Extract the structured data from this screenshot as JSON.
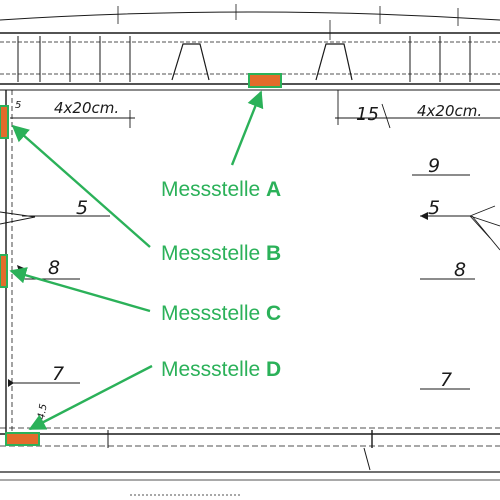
{
  "colors": {
    "line": "#1a1a1a",
    "label_green": "#2bb159",
    "sensor_fill": "#e36c2b",
    "sensor_edge": "#2bb159",
    "paper": "#ffffff"
  },
  "dimensions": {
    "top_left_small": "5",
    "top_left_spacing": "4x20cm.",
    "top_right_num": "15",
    "top_right_spacing": "4x20cm.",
    "right_row1": "9",
    "left_row2": "5",
    "right_row2": "5",
    "left_row3": "8",
    "right_row3": "8",
    "left_row4": "7",
    "right_row4": "7",
    "bottom_left_small": "4.5"
  },
  "labels": {
    "a": {
      "prefix": "Messstelle ",
      "letter": "A"
    },
    "b": {
      "prefix": "Messstelle ",
      "letter": "B"
    },
    "c": {
      "prefix": "Messstelle ",
      "letter": "C"
    },
    "d": {
      "prefix": "Messstelle ",
      "letter": "D"
    }
  }
}
